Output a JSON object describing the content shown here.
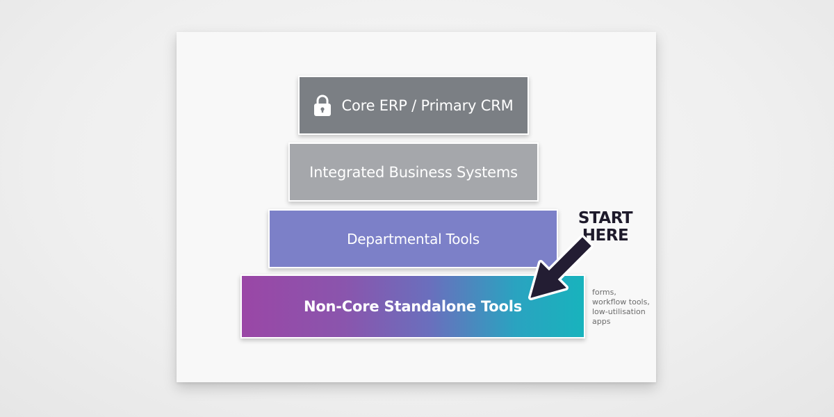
{
  "diagram": {
    "tiers": [
      {
        "label": "Core ERP / Primary CRM",
        "icon": "lock-icon",
        "color": "#7b7f84"
      },
      {
        "label": "Integrated Business Systems",
        "color": "#a5a7ab"
      },
      {
        "label": "Departmental Tools",
        "color": "#7c80c8"
      },
      {
        "label": "Non-Core Standalone Tools",
        "color_start": "#9a47a6",
        "color_end": "#18b3bd"
      }
    ],
    "callout": {
      "line1": "START",
      "line2": "HERE"
    },
    "note_lines": [
      "forms,",
      "workflow tools,",
      "low-utilisation",
      "apps"
    ]
  }
}
